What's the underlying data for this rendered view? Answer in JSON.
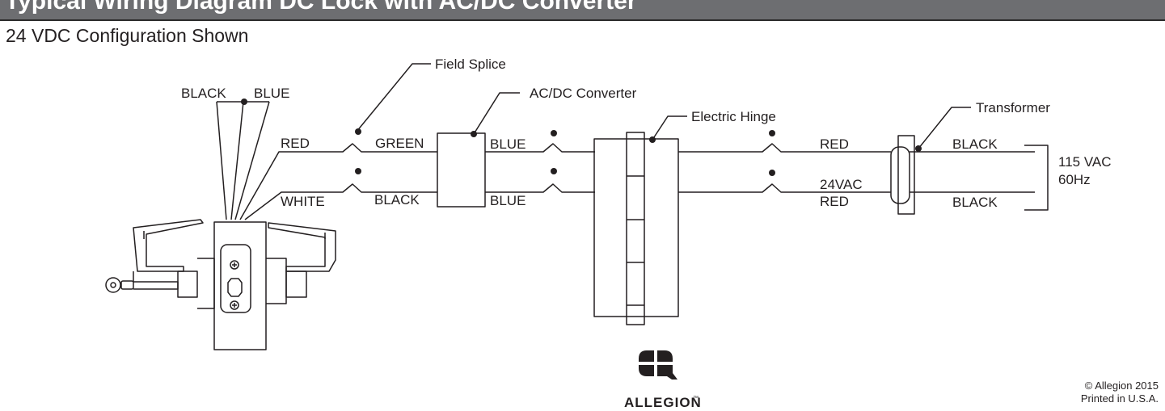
{
  "header": {
    "title": "Typical Wiring Diagram DC Lock with AC/DC Converter"
  },
  "subtitle": "24 VDC Configuration Shown",
  "callouts": {
    "field_splice": "Field Splice",
    "converter": "AC/DC Converter",
    "hinge": "Electric Hinge",
    "transformer": "Transformer"
  },
  "wires": {
    "lock_top_left": "BLACK",
    "lock_top_right": "BLUE",
    "lock_red": "RED",
    "lock_white": "WHITE",
    "splice_green": "GREEN",
    "splice_black": "BLACK",
    "conv_blue_top": "BLUE",
    "conv_blue_bottom": "BLUE",
    "hinge_red": "RED",
    "voltage_24vac": "24VAC",
    "hinge_red_bottom": "RED",
    "xfmr_black_top": "BLACK",
    "xfmr_black_bottom": "BLACK"
  },
  "supply": {
    "voltage": "115 VAC",
    "frequency": "60Hz"
  },
  "logo": {
    "word": "ALLEGION",
    "tm": "™"
  },
  "footer": {
    "copyright": "© Allegion 2015",
    "printed": "Printed in U.S.A."
  }
}
